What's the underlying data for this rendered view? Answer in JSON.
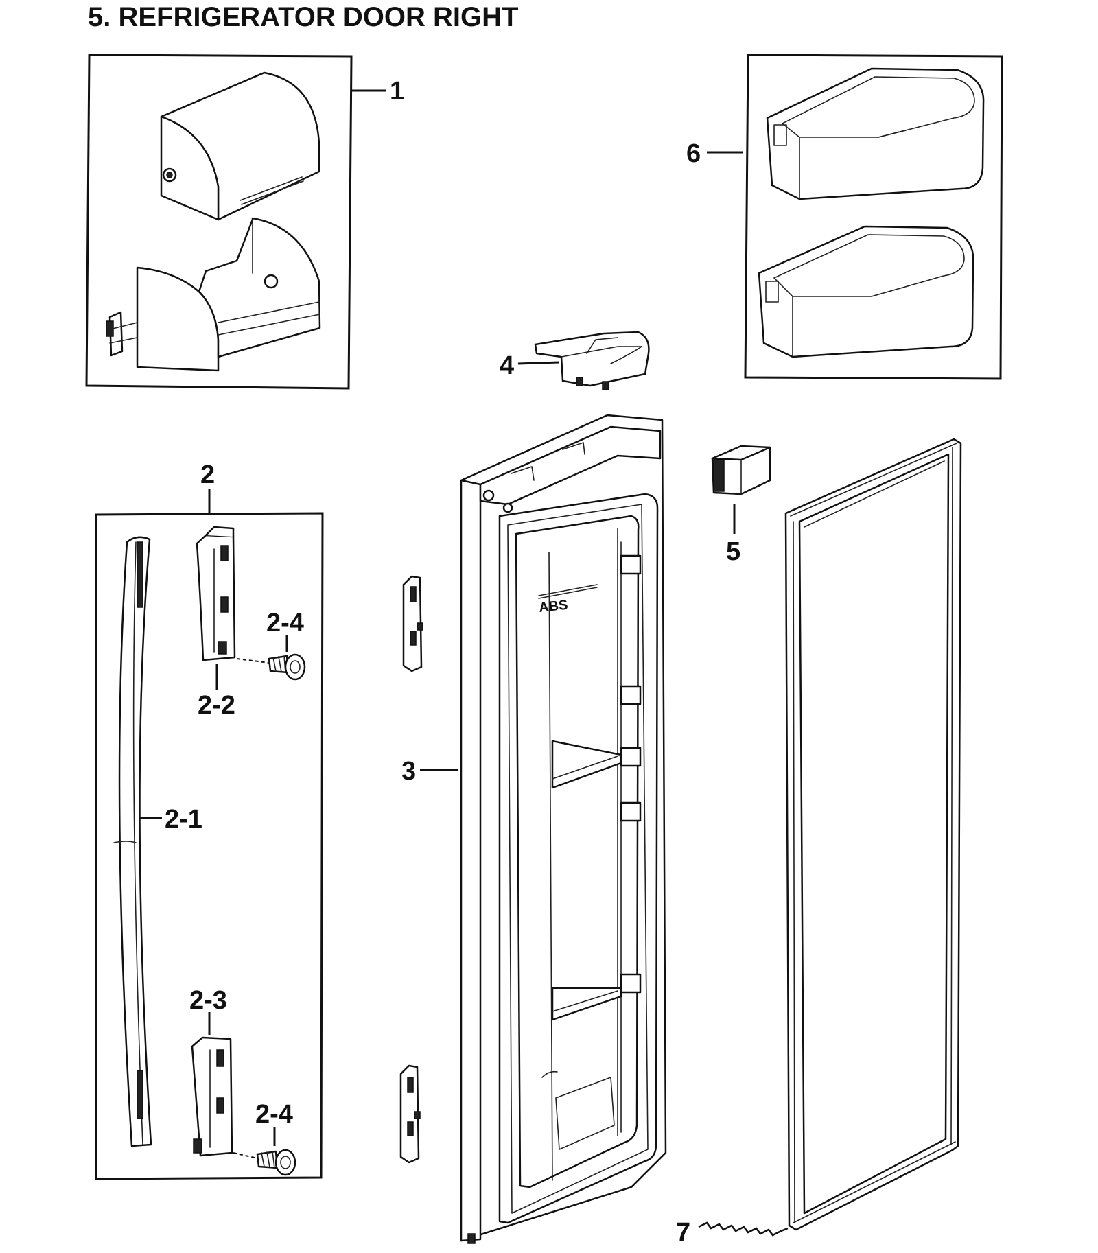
{
  "title": "5. REFRIGERATOR DOOR RIGHT",
  "labels": {
    "part1": "1",
    "part2": "2",
    "part2_1": "2-1",
    "part2_2": "2-2",
    "part2_3": "2-3",
    "part2_4_top": "2-4",
    "part2_4_bottom": "2-4",
    "part3": "3",
    "part4": "4",
    "part5": "5",
    "part6": "6",
    "part7": "7"
  },
  "door_liner_marking": "ABS"
}
